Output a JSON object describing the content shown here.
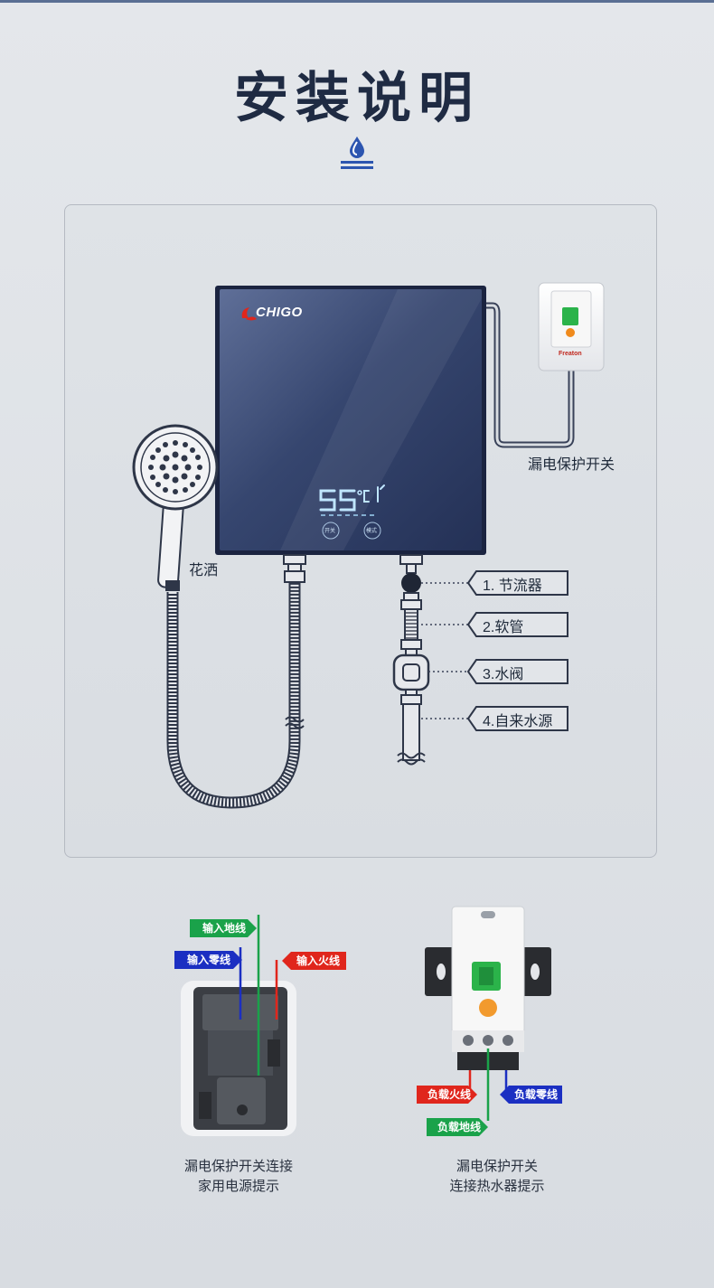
{
  "page": {
    "title": "安装说明",
    "colors": {
      "accent": "#2c55b0",
      "navy": "#1f2b43",
      "heater": "#2f3d66",
      "red": "#e0261c",
      "green": "#1aa24a",
      "blue": "#1b2fc2"
    }
  },
  "heater": {
    "brand": "CHIGO",
    "display": "55℃",
    "left_button": "开关",
    "right_button": "模式"
  },
  "breaker": {
    "brand": "Freaton",
    "label": "漏电保护开关"
  },
  "shower_label": "花洒",
  "steps": [
    {
      "label": "1. 节流器"
    },
    {
      "label": "2.软管"
    },
    {
      "label": "3.水阀"
    },
    {
      "label": "4.自来水源"
    }
  ],
  "wiring_left": {
    "ground": "输入地线",
    "neutral": "输入零线",
    "live": "输入火线",
    "caption_line1": "漏电保护开关连接",
    "caption_line2": "家用电源提示"
  },
  "wiring_right": {
    "live": "负载火线",
    "neutral": "负载零线",
    "ground": "负载地线",
    "caption_line1": "漏电保护开关",
    "caption_line2": "连接热水器提示"
  }
}
